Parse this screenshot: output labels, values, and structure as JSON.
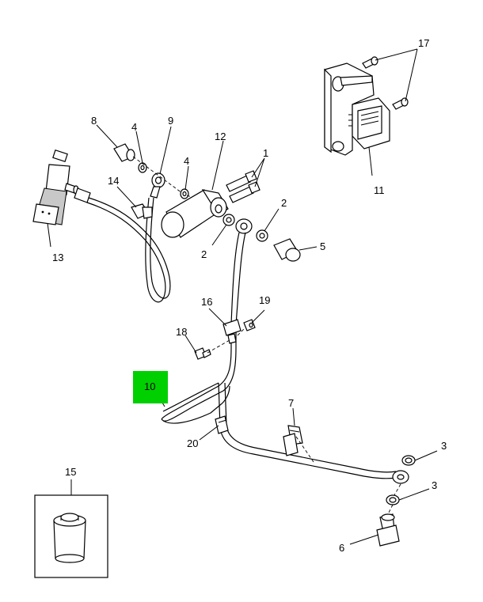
{
  "highlight_color": "#00d000",
  "callouts": {
    "c1": "1",
    "c2a": "2",
    "c2b": "2",
    "c3a": "3",
    "c3b": "3",
    "c4a": "4",
    "c4b": "4",
    "c5": "5",
    "c6": "6",
    "c7": "7",
    "c8": "8",
    "c9": "9",
    "c10": "10",
    "c11": "11",
    "c12": "12",
    "c13": "13",
    "c14": "14",
    "c15": "15",
    "c16": "16",
    "c17": "17",
    "c18": "18",
    "c19": "19",
    "c20": "20"
  }
}
